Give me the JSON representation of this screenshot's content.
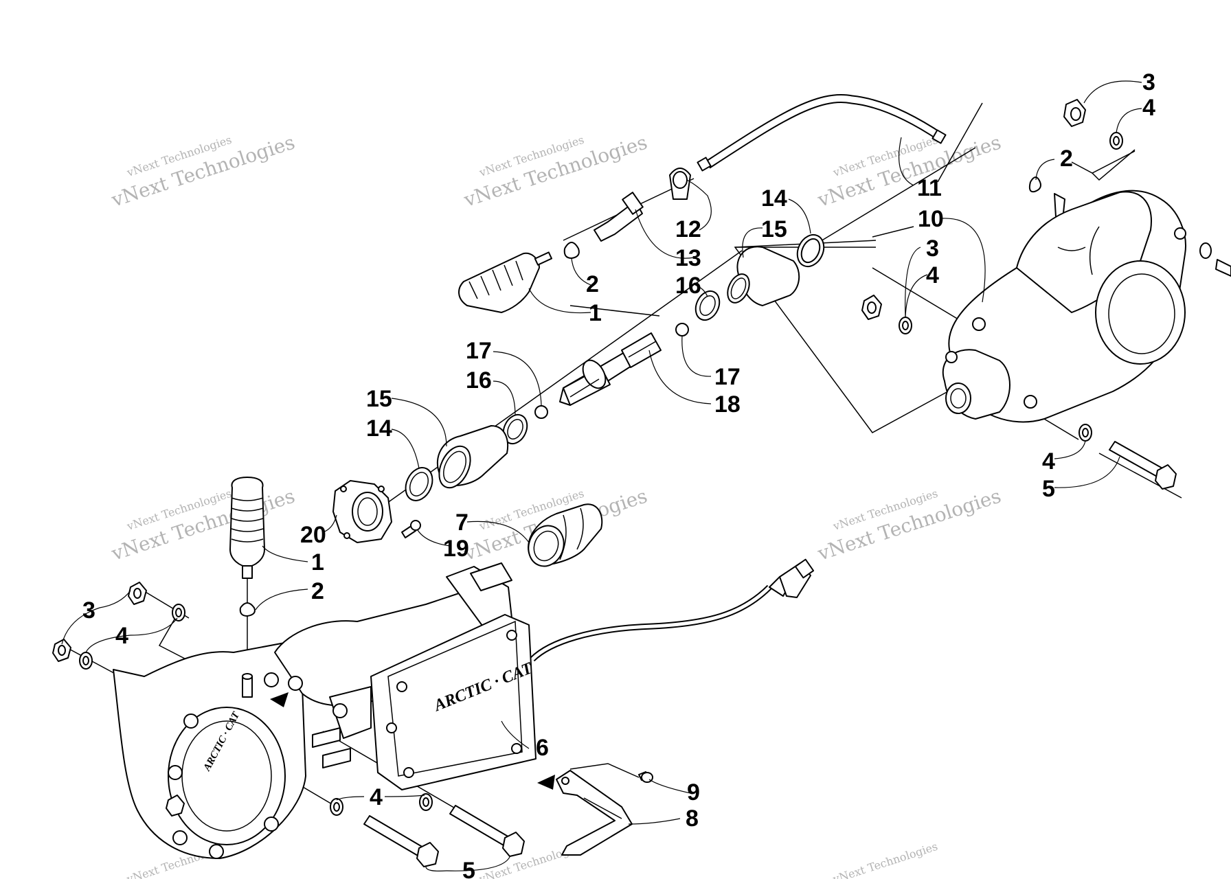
{
  "callouts": [
    {
      "label": "3",
      "pos": "top-right-nut"
    },
    {
      "label": "4",
      "pos": "top-right-washer"
    },
    {
      "label": "2",
      "pos": "top-right-clamp"
    },
    {
      "label": "11",
      "pos": "cable"
    },
    {
      "label": "10",
      "pos": "rear-housing"
    },
    {
      "label": "14",
      "pos": "upper-ring"
    },
    {
      "label": "15",
      "pos": "upper-boot"
    },
    {
      "label": "12",
      "pos": "cable-clip"
    },
    {
      "label": "13",
      "pos": "cable-fitting"
    },
    {
      "label": "2",
      "pos": "upper-clamp"
    },
    {
      "label": "1",
      "pos": "upper-boot-bellows"
    },
    {
      "label": "3",
      "pos": "mid-nut"
    },
    {
      "label": "4",
      "pos": "mid-washer"
    },
    {
      "label": "16",
      "pos": "upper-bearing"
    },
    {
      "label": "17",
      "pos": "upper-plug"
    },
    {
      "label": "18",
      "pos": "shaft"
    },
    {
      "label": "17",
      "pos": "lower-plug"
    },
    {
      "label": "16",
      "pos": "lower-bearing"
    },
    {
      "label": "15",
      "pos": "lower-boot"
    },
    {
      "label": "14",
      "pos": "lower-ring"
    },
    {
      "label": "4",
      "pos": "right-lower-washer"
    },
    {
      "label": "5",
      "pos": "right-bolt"
    },
    {
      "label": "20",
      "pos": "flange"
    },
    {
      "label": "7",
      "pos": "coupler"
    },
    {
      "label": "19",
      "pos": "flange-screw"
    },
    {
      "label": "1",
      "pos": "lower-bellows"
    },
    {
      "label": "2",
      "pos": "lower-clamp"
    },
    {
      "label": "3",
      "pos": "left-nut"
    },
    {
      "label": "4",
      "pos": "left-washer"
    },
    {
      "label": "6",
      "pos": "actuator"
    },
    {
      "label": "9",
      "pos": "bracket-screw"
    },
    {
      "label": "8",
      "pos": "bracket"
    },
    {
      "label": "4",
      "pos": "bottom-washers"
    },
    {
      "label": "5",
      "pos": "bottom-bolts"
    }
  ],
  "watermark": {
    "big": "vNext Technologies",
    "small": "vNext Technologies"
  },
  "logo": {
    "actuator": "ARCTIC · CAT",
    "housing": "ARCTIC · CAT"
  }
}
